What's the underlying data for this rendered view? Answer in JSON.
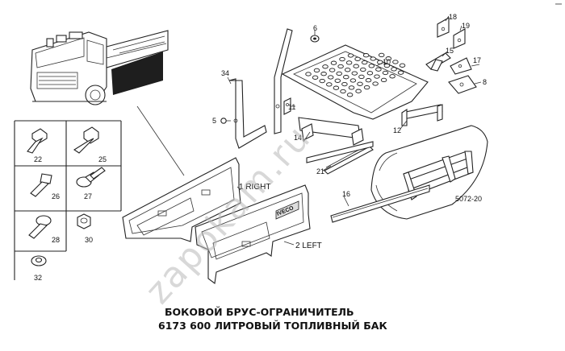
{
  "diagram": {
    "part_numbers": [
      "18",
      "19",
      "6",
      "15",
      "17",
      "8",
      "34",
      "10",
      "5",
      "11",
      "12",
      "14",
      "21",
      "16",
      "22",
      "25",
      "26",
      "27",
      "28",
      "30",
      "32"
    ],
    "labels": {
      "right": "1 RIGHT",
      "left": "2 LEFT",
      "ref_code": "5072-20",
      "bumper_brand": "IVECO"
    },
    "caption": {
      "line1": "БОКОВОЙ БРУС-ОГРАНИЧИТЕЛЬ",
      "line2": "6173  600 ЛИТРОВЫЙ ТОПЛИВНЫЙ БАК"
    },
    "watermark": "zapokam.ru"
  }
}
